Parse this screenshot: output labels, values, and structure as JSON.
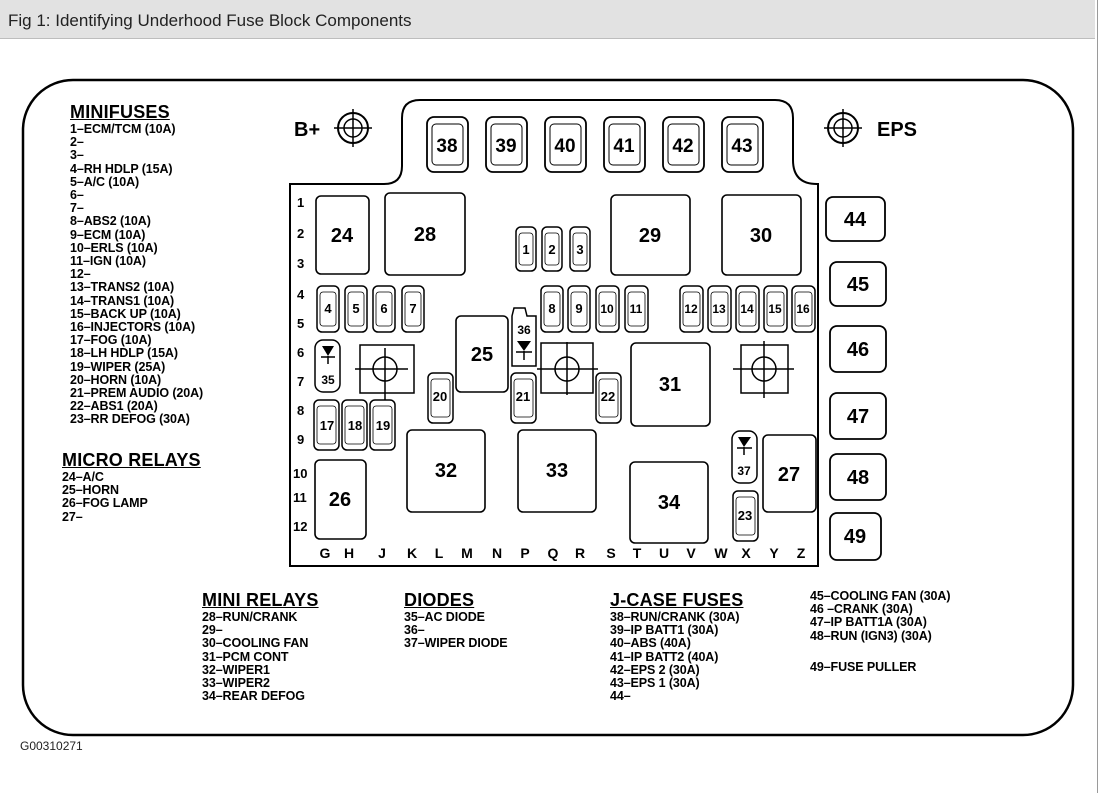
{
  "header": {
    "title": "Fig 1: Identifying Underhood Fuse Block Components"
  },
  "figure_id": "G00310271",
  "terminals": {
    "bplus": "B+",
    "eps": "EPS"
  },
  "row_labels": [
    "1",
    "2",
    "3",
    "4",
    "5",
    "6",
    "7",
    "8",
    "9",
    "10",
    "11",
    "12"
  ],
  "col_labels": [
    "G",
    "H",
    "J",
    "K",
    "L",
    "M",
    "N",
    "P",
    "Q",
    "R",
    "S",
    "T",
    "U",
    "V",
    "W",
    "X",
    "Y",
    "Z"
  ],
  "components": [
    "4",
    "5",
    "6",
    "7",
    "8",
    "9",
    "10",
    "11",
    "12",
    "13",
    "14",
    "15",
    "16",
    "17",
    "18",
    "19",
    "20",
    "21",
    "22",
    "23",
    "24",
    "25",
    "26",
    "27",
    "28",
    "29",
    "30",
    "31",
    "32",
    "33",
    "34",
    "35",
    "36",
    "37",
    "38",
    "39",
    "40",
    "41",
    "42",
    "43",
    "44",
    "45",
    "46",
    "47",
    "48",
    "49"
  ],
  "minifuses": {
    "heading": "MINIFUSES",
    "items": [
      "1–ECM/TCM (10A)",
      "2–",
      "3–",
      "4–RH HDLP (15A)",
      "5–A/C (10A)",
      "6–",
      "7–",
      "8–ABS2 (10A)",
      "9–ECM (10A)",
      "10–ERLS (10A)",
      "11–IGN (10A)",
      "12–",
      "13–TRANS2 (10A)",
      "14–TRANS1 (10A)",
      "15–BACK UP (10A)",
      "16–INJECTORS (10A)",
      "17–FOG (10A)",
      "18–LH HDLP (15A)",
      "19–WIPER (25A)",
      "20–HORN (10A)",
      "21–PREM AUDIO (20A)",
      "22–ABS1 (20A)",
      "23–RR DEFOG (30A)"
    ]
  },
  "micro_relays": {
    "heading": "MICRO RELAYS",
    "items": [
      "24–A/C",
      "25–HORN",
      "26–FOG LAMP",
      "27–"
    ]
  },
  "mini_relays": {
    "heading": "MINI RELAYS",
    "items": [
      "28–RUN/CRANK",
      "29–",
      "30–COOLING FAN",
      "31–PCM CONT",
      "32–WIPER1",
      "33–WIPER2",
      "34–REAR DEFOG"
    ]
  },
  "diodes": {
    "heading": "DIODES",
    "items": [
      "35–AC DIODE",
      "36–",
      "37–WIPER DIODE"
    ]
  },
  "jcase_fuses": {
    "heading": "J-CASE FUSES",
    "items": [
      "38–RUN/CRANK (30A)",
      "39–IP BATT1 (30A)",
      "40–ABS (40A)",
      "41–IP BATT2 (40A)",
      "42–EPS 2 (30A)",
      "43–EPS 1 (30A)",
      "44–"
    ]
  },
  "jcase_fuses_2": {
    "items": [
      "45–COOLING FAN (30A)",
      "46 –CRANK (30A)",
      "47–IP BATT1A (30A)",
      "48–RUN (IGN3) (30A)",
      "",
      "49–FUSE PULLER"
    ]
  }
}
